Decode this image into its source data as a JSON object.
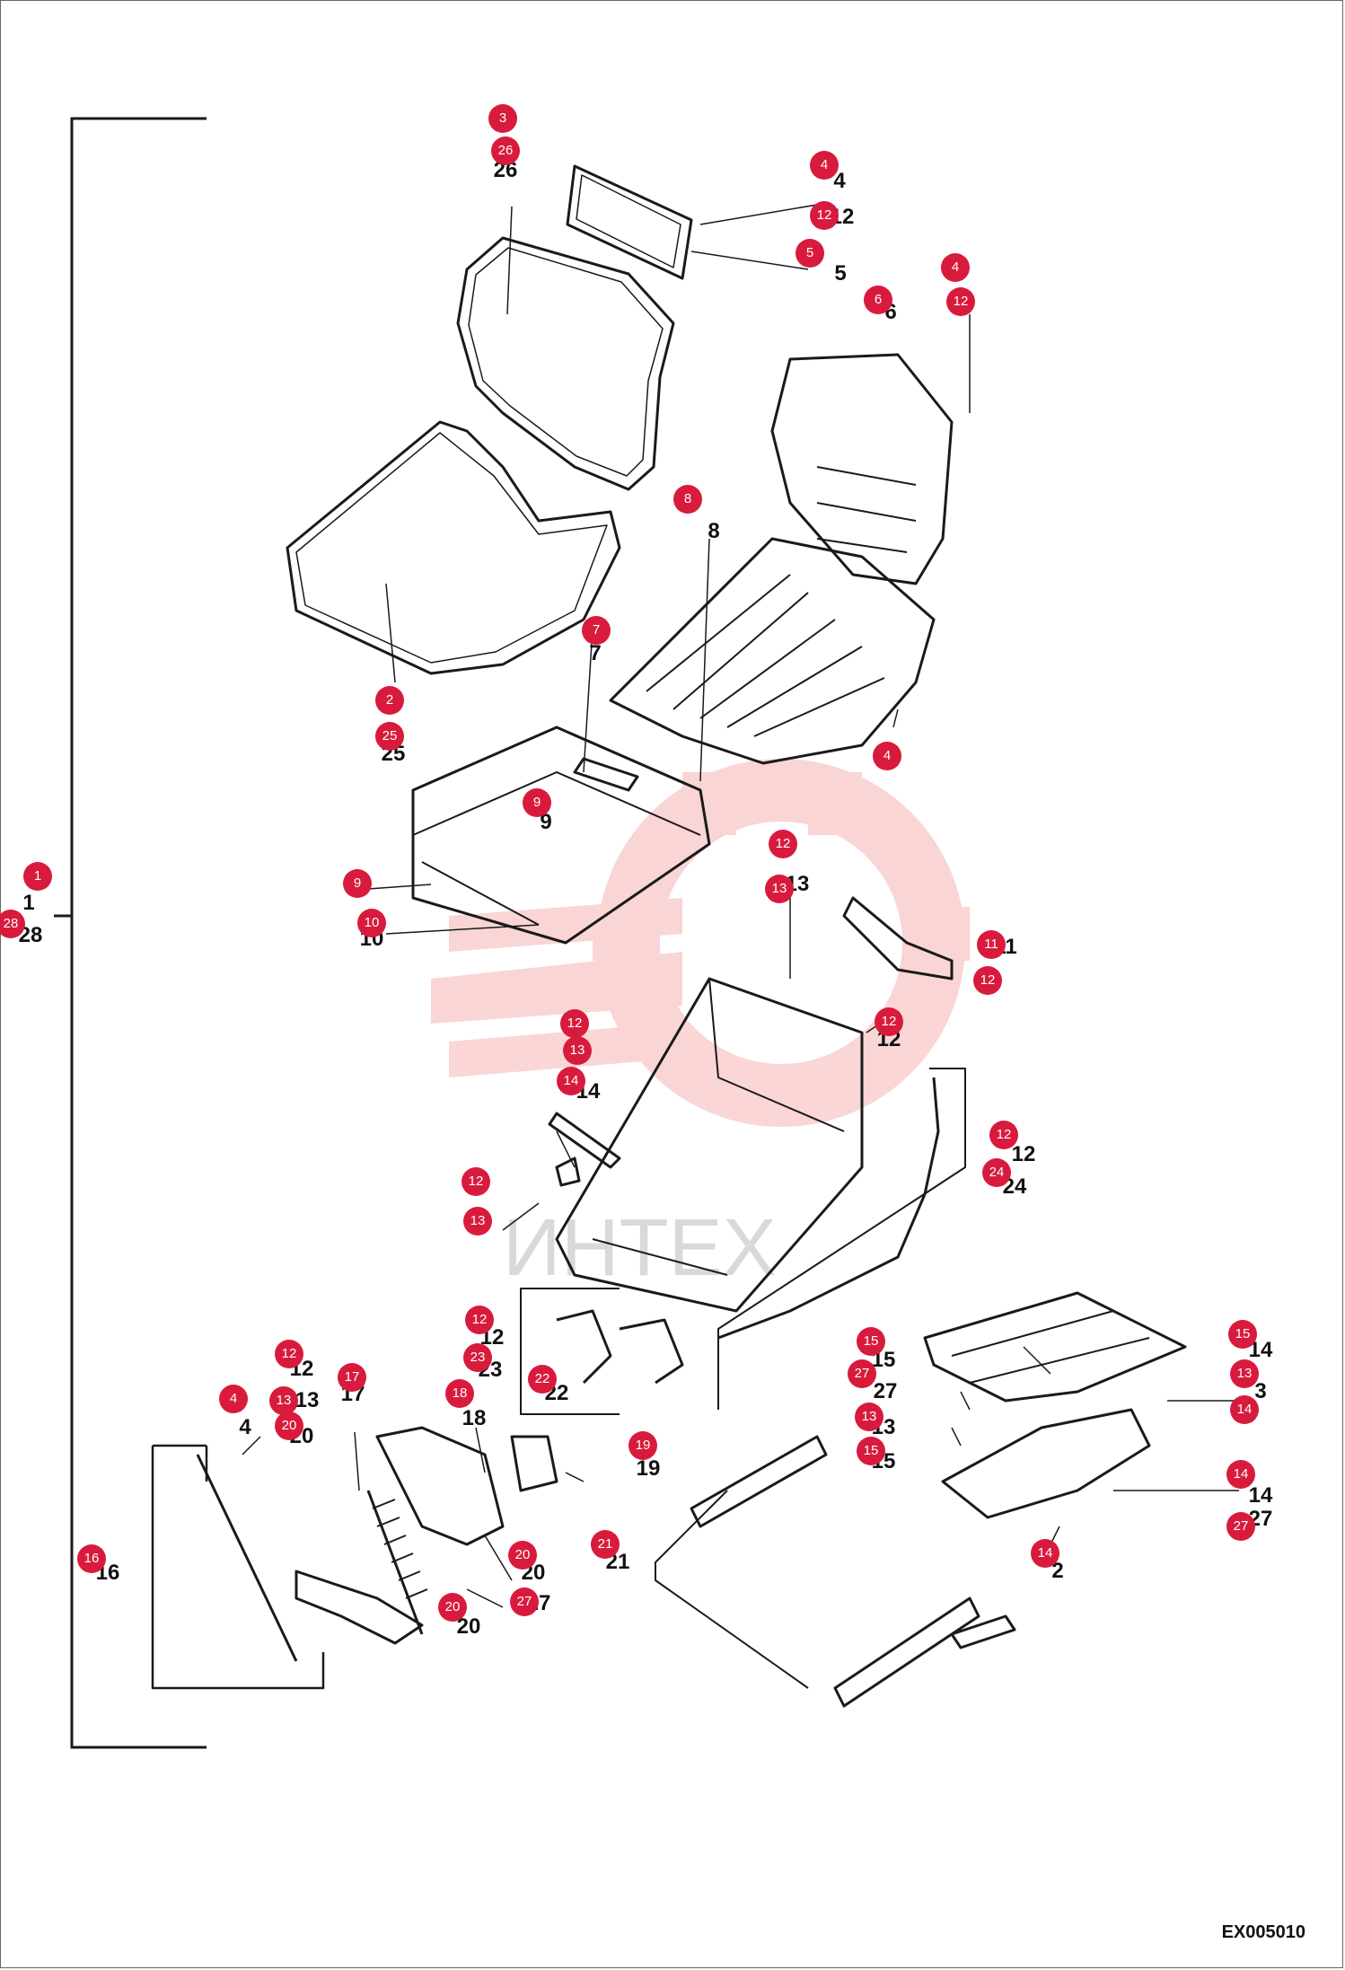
{
  "drawing_code": "EX005010",
  "watermark": "ИНТЕХ",
  "colors": {
    "callout": "#d81b3c",
    "line": "#1a1a1a",
    "watermark": "#f2b6b6"
  },
  "labels": [
    "1",
    "28",
    "4",
    "12",
    "5",
    "6",
    "8",
    "7",
    "9",
    "10",
    "11",
    "12",
    "13",
    "14",
    "12",
    "24",
    "12",
    "23",
    "22",
    "12",
    "13",
    "20",
    "17",
    "18",
    "19",
    "21",
    "20",
    "20",
    "27",
    "15",
    "27",
    "13",
    "15",
    "14",
    "14",
    "27",
    "4",
    "3",
    "26",
    "25",
    "2",
    "16"
  ],
  "callouts": [
    {
      "id": "1",
      "text": "1"
    },
    {
      "id": "28",
      "text": "28"
    },
    {
      "id": "3",
      "text": "3"
    },
    {
      "id": "26",
      "text": "26"
    },
    {
      "id": "4a",
      "text": "4"
    },
    {
      "id": "12a",
      "text": "12"
    },
    {
      "id": "5",
      "text": "5"
    },
    {
      "id": "4b",
      "text": "4"
    },
    {
      "id": "12b",
      "text": "12"
    },
    {
      "id": "6",
      "text": "6"
    },
    {
      "id": "8",
      "text": "8"
    },
    {
      "id": "7",
      "text": "7"
    },
    {
      "id": "4c",
      "text": "4"
    },
    {
      "id": "2",
      "text": "2"
    },
    {
      "id": "25",
      "text": "25"
    },
    {
      "id": "9a",
      "text": "9"
    },
    {
      "id": "9b",
      "text": "9"
    },
    {
      "id": "10",
      "text": "10"
    },
    {
      "id": "12c",
      "text": "12"
    },
    {
      "id": "13a",
      "text": "13"
    },
    {
      "id": "11",
      "text": "11"
    },
    {
      "id": "12d",
      "text": "12"
    },
    {
      "id": "12e",
      "text": "12"
    },
    {
      "id": "12f",
      "text": "12"
    },
    {
      "id": "13b",
      "text": "13"
    },
    {
      "id": "14a",
      "text": "14"
    },
    {
      "id": "12g",
      "text": "12"
    },
    {
      "id": "24",
      "text": "24"
    },
    {
      "id": "12h",
      "text": "12"
    },
    {
      "id": "13c",
      "text": "13"
    },
    {
      "id": "12i",
      "text": "12"
    },
    {
      "id": "23",
      "text": "23"
    },
    {
      "id": "22",
      "text": "22"
    },
    {
      "id": "12j",
      "text": "12"
    },
    {
      "id": "17",
      "text": "17"
    },
    {
      "id": "4d",
      "text": "4"
    },
    {
      "id": "13d",
      "text": "13"
    },
    {
      "id": "20a",
      "text": "20"
    },
    {
      "id": "18",
      "text": "18"
    },
    {
      "id": "19",
      "text": "19"
    },
    {
      "id": "16",
      "text": "16"
    },
    {
      "id": "20b",
      "text": "20"
    },
    {
      "id": "27a",
      "text": "27"
    },
    {
      "id": "20c",
      "text": "20"
    },
    {
      "id": "21",
      "text": "21"
    },
    {
      "id": "15a",
      "text": "15"
    },
    {
      "id": "27b",
      "text": "27"
    },
    {
      "id": "15b",
      "text": "15"
    },
    {
      "id": "13e",
      "text": "13"
    },
    {
      "id": "14b",
      "text": "14"
    },
    {
      "id": "13f",
      "text": "13"
    },
    {
      "id": "15c",
      "text": "15"
    },
    {
      "id": "14c",
      "text": "14"
    },
    {
      "id": "27c",
      "text": "27"
    },
    {
      "id": "14d",
      "text": "14"
    }
  ]
}
